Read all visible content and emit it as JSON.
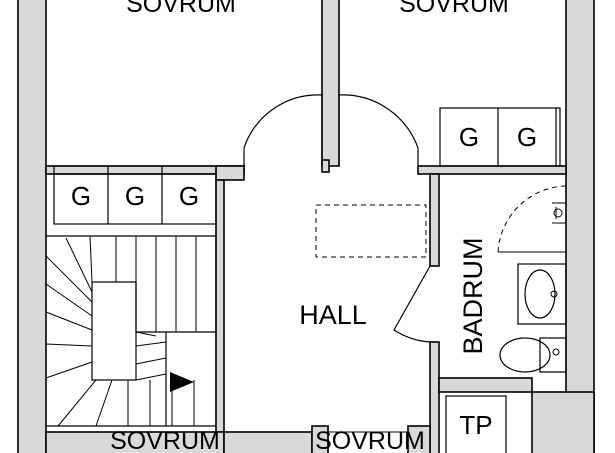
{
  "rooms": {
    "bedroom_left": "SOVRUM",
    "bedroom_right": "SOVRUM",
    "hall": "HALL",
    "bathroom": "BADRUM",
    "laundry": "TP",
    "bottom_left": "SOVRUM",
    "bottom_right": "SOVRUM"
  },
  "wardrobe_label": "G",
  "colors": {
    "wall_fill": "#d9d9d9",
    "line": "#000000",
    "background": "#ffffff"
  }
}
